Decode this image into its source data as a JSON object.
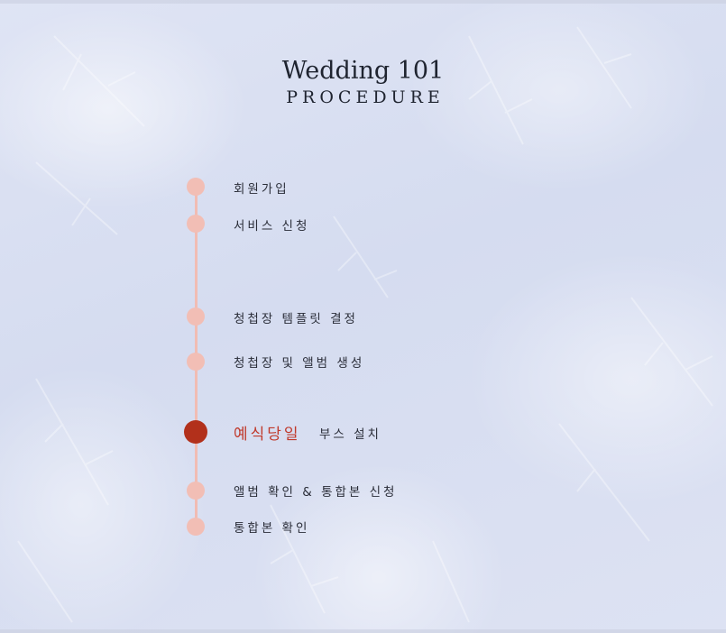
{
  "header": {
    "title": "Wedding 101",
    "subtitle": "PROCEDURE"
  },
  "steps": [
    {
      "label": "회원가입"
    },
    {
      "label": "서비스 신청"
    },
    {
      "label": "청첩장 템플릿 결정"
    },
    {
      "label": "청첩장 및 앨범 생성"
    },
    {
      "label": "예식당일",
      "sublabel": "부스 설치",
      "active": true
    },
    {
      "label": "앨범 확인 & 통합본 신청"
    },
    {
      "label": "통합본 확인"
    }
  ],
  "colors": {
    "dot": "#f2beb5",
    "active_dot": "#b2301b",
    "active_text": "#c0392b",
    "line": "#f1bcb3"
  }
}
